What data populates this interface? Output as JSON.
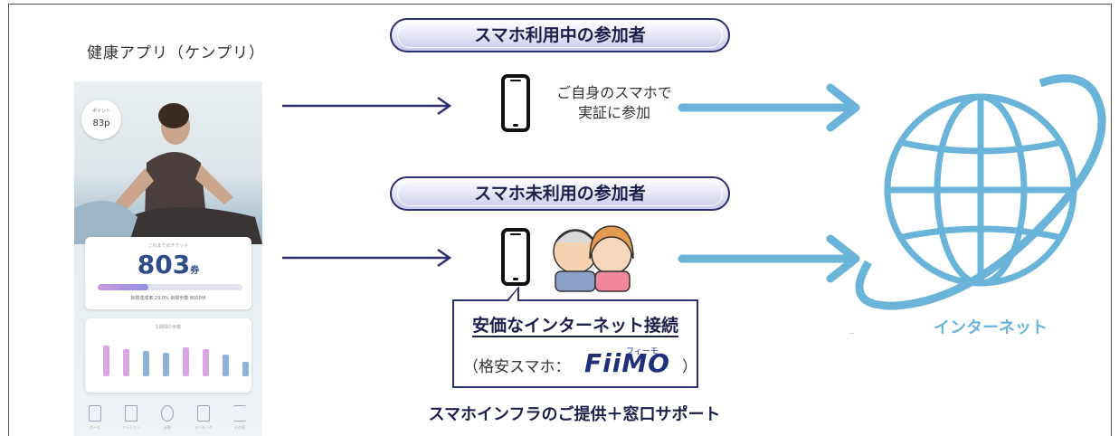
{
  "app": {
    "title": "健康アプリ（ケンプリ）",
    "badge_caption": "ポイント",
    "badge_points": "83p",
    "ticket_caption": "これまでのチケット",
    "ticket_count": "803",
    "ticket_unit": "券",
    "progress": 0.35,
    "card_footer": "目標達成率 23.0%   目標歩数 8000歩",
    "history_caption": "1週間の歩数",
    "tabs": [
      "ホーム",
      "ミッション",
      "歩数",
      "ランキング",
      "その他"
    ]
  },
  "participants": {
    "with_phone": {
      "pill": "スマホ利用中の参加者",
      "note_line1": "ご自身のスマホで",
      "note_line2": "実証に参加"
    },
    "without_phone": {
      "pill": "スマホ未利用の参加者"
    }
  },
  "callout": {
    "title": "安価なインターネット接続",
    "sub_open": "（格安スマホ：",
    "brand": "FiiMO",
    "brand_ruby": "フィーモ",
    "sub_close": "）"
  },
  "bottom_caption": "スマホインフラのご提供＋窓口サポート",
  "internet_label": "インターネット",
  "stray_mark": "..",
  "colors": {
    "navy": "#2b2f6e",
    "arrow_blue": "#6bb4d9",
    "pill_fill": "#c9c9ea"
  }
}
